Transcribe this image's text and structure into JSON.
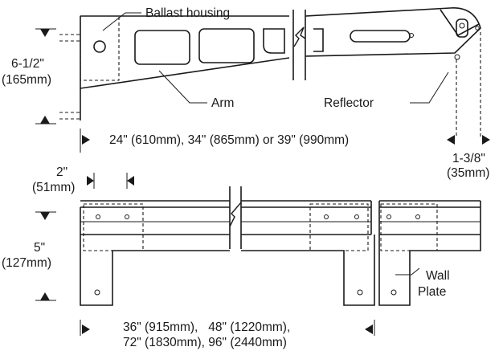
{
  "labels": {
    "ballast_housing": "Ballast housing",
    "arm": "Arm",
    "reflector": "Reflector",
    "wall_plate_line1": "Wall",
    "wall_plate_line2": "Plate"
  },
  "dimensions": {
    "arm_height_in": "6-1/2\"",
    "arm_height_mm": "(165mm)",
    "arm_length": "24\" (610mm), 34\" (865mm) or 39\" (990mm)",
    "reflector_offset_in": "1-3/8\"",
    "reflector_offset_mm": "(35mm)",
    "plate_inset_in": "2\"",
    "plate_inset_mm": "(51mm)",
    "plate_height_in": "5\"",
    "plate_height_mm": "(127mm)",
    "fixture_length_line1": "36\" (915mm),   48\" (1220mm),",
    "fixture_length_line2": "72\" (1830mm), 96\" (2440mm)"
  },
  "colors": {
    "ink": "#1a1a1a",
    "background": "#ffffff"
  }
}
